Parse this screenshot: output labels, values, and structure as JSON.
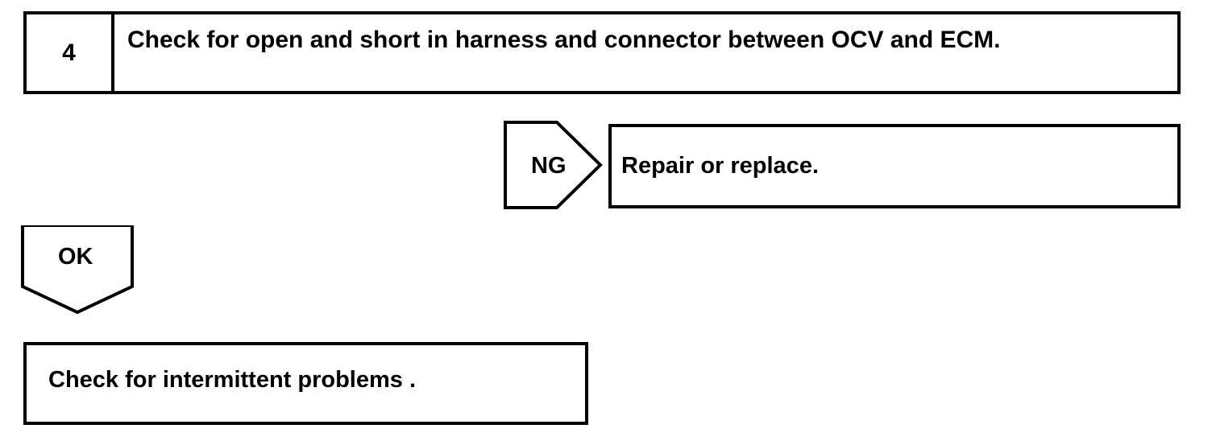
{
  "document": {
    "type": "troubleshooting-flowchart",
    "background_color": "#ffffff",
    "line_color": "#000000",
    "text_color": "#000000"
  },
  "step": {
    "number": "4",
    "instruction": "Check for open and short in harness and connector between OCV and ECM."
  },
  "branches": {
    "ng": {
      "label": "NG",
      "direction": "right",
      "result_box": {
        "text": "Repair or replace."
      }
    },
    "ok": {
      "label": "OK",
      "direction": "down",
      "result_box": {
        "text": "Check for intermittent problems ."
      }
    }
  }
}
